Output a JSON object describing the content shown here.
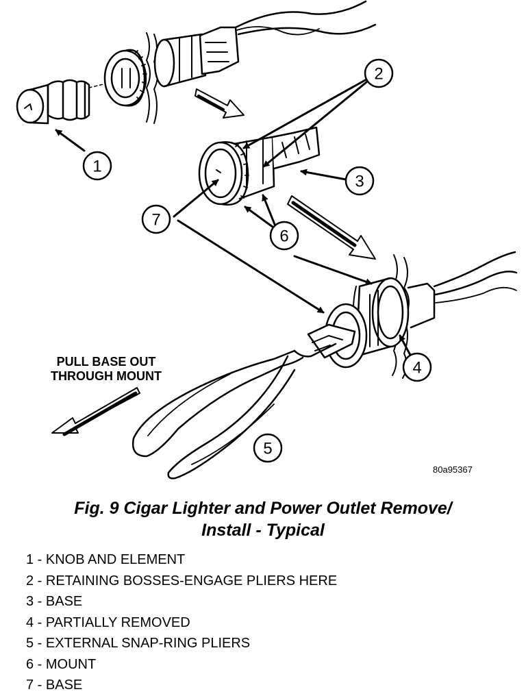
{
  "figure": {
    "code": "80a95367",
    "caption_line1": "Fig. 9 Cigar Lighter and Power Outlet Remove/",
    "caption_line2": "Install - Typical",
    "pull_label_line1": "PULL BASE OUT",
    "pull_label_line2": "THROUGH MOUNT"
  },
  "callouts": [
    "1",
    "2",
    "3",
    "4",
    "5",
    "6",
    "7"
  ],
  "legend": [
    "1 - KNOB AND ELEMENT",
    "2 - RETAINING BOSSES-ENGAGE PLIERS HERE",
    "3 - BASE",
    "4 - PARTIALLY REMOVED",
    "5 - EXTERNAL SNAP-RING PLIERS",
    "6 - MOUNT",
    "7 - BASE"
  ]
}
